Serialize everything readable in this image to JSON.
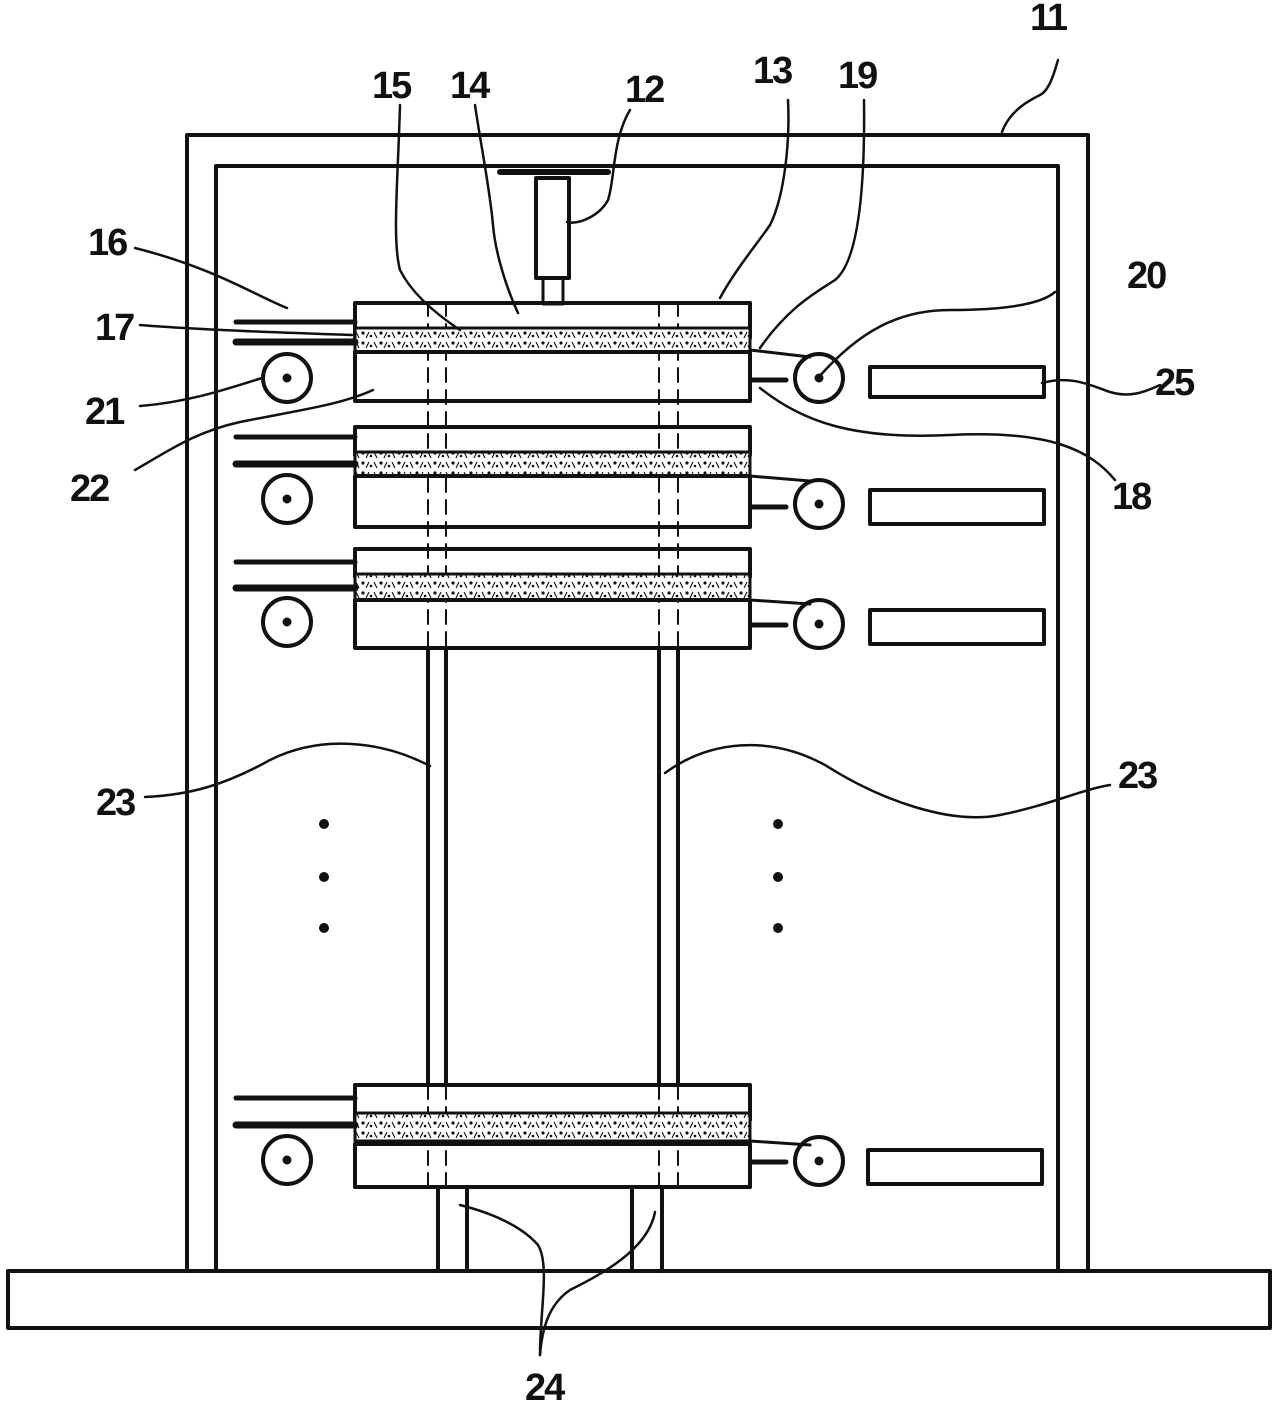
{
  "colors": {
    "ink": "#111111",
    "paper": "#ffffff"
  },
  "labels": {
    "l11": "11",
    "l12": "12",
    "l13": "13",
    "l14": "14",
    "l15": "15",
    "l16": "16",
    "l17": "17",
    "l18": "18",
    "l19": "19",
    "l20": "20",
    "l21": "21",
    "l22": "22",
    "l23_left": "23",
    "l23_right": "23",
    "l24": "24",
    "l25": "25"
  }
}
